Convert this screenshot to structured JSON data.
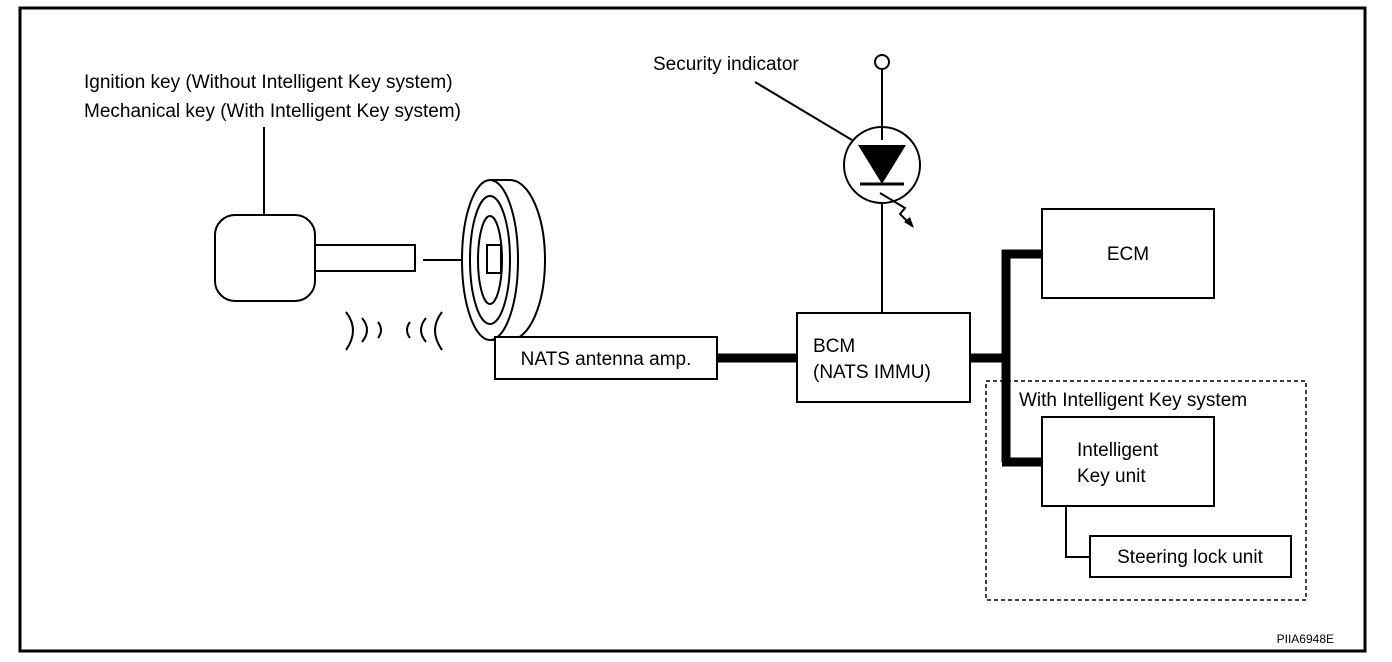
{
  "key_label": {
    "line1": "Ignition key (Without Intelligent Key system)",
    "line2": "Mechanical key (With Intelligent Key system)"
  },
  "security_indicator_label": "Security indicator",
  "nats_antenna_label": "NATS antenna amp.",
  "bcm": {
    "line1": "BCM",
    "line2": "(NATS IMMU)"
  },
  "ecm_label": "ECM",
  "intelligent_group_label": "With Intelligent Key system",
  "intelligent_key_unit": {
    "line1": "Intelligent",
    "line2": "Key unit"
  },
  "steering_lock_label": "Steering lock unit",
  "figure_id": "PIIA6948E"
}
